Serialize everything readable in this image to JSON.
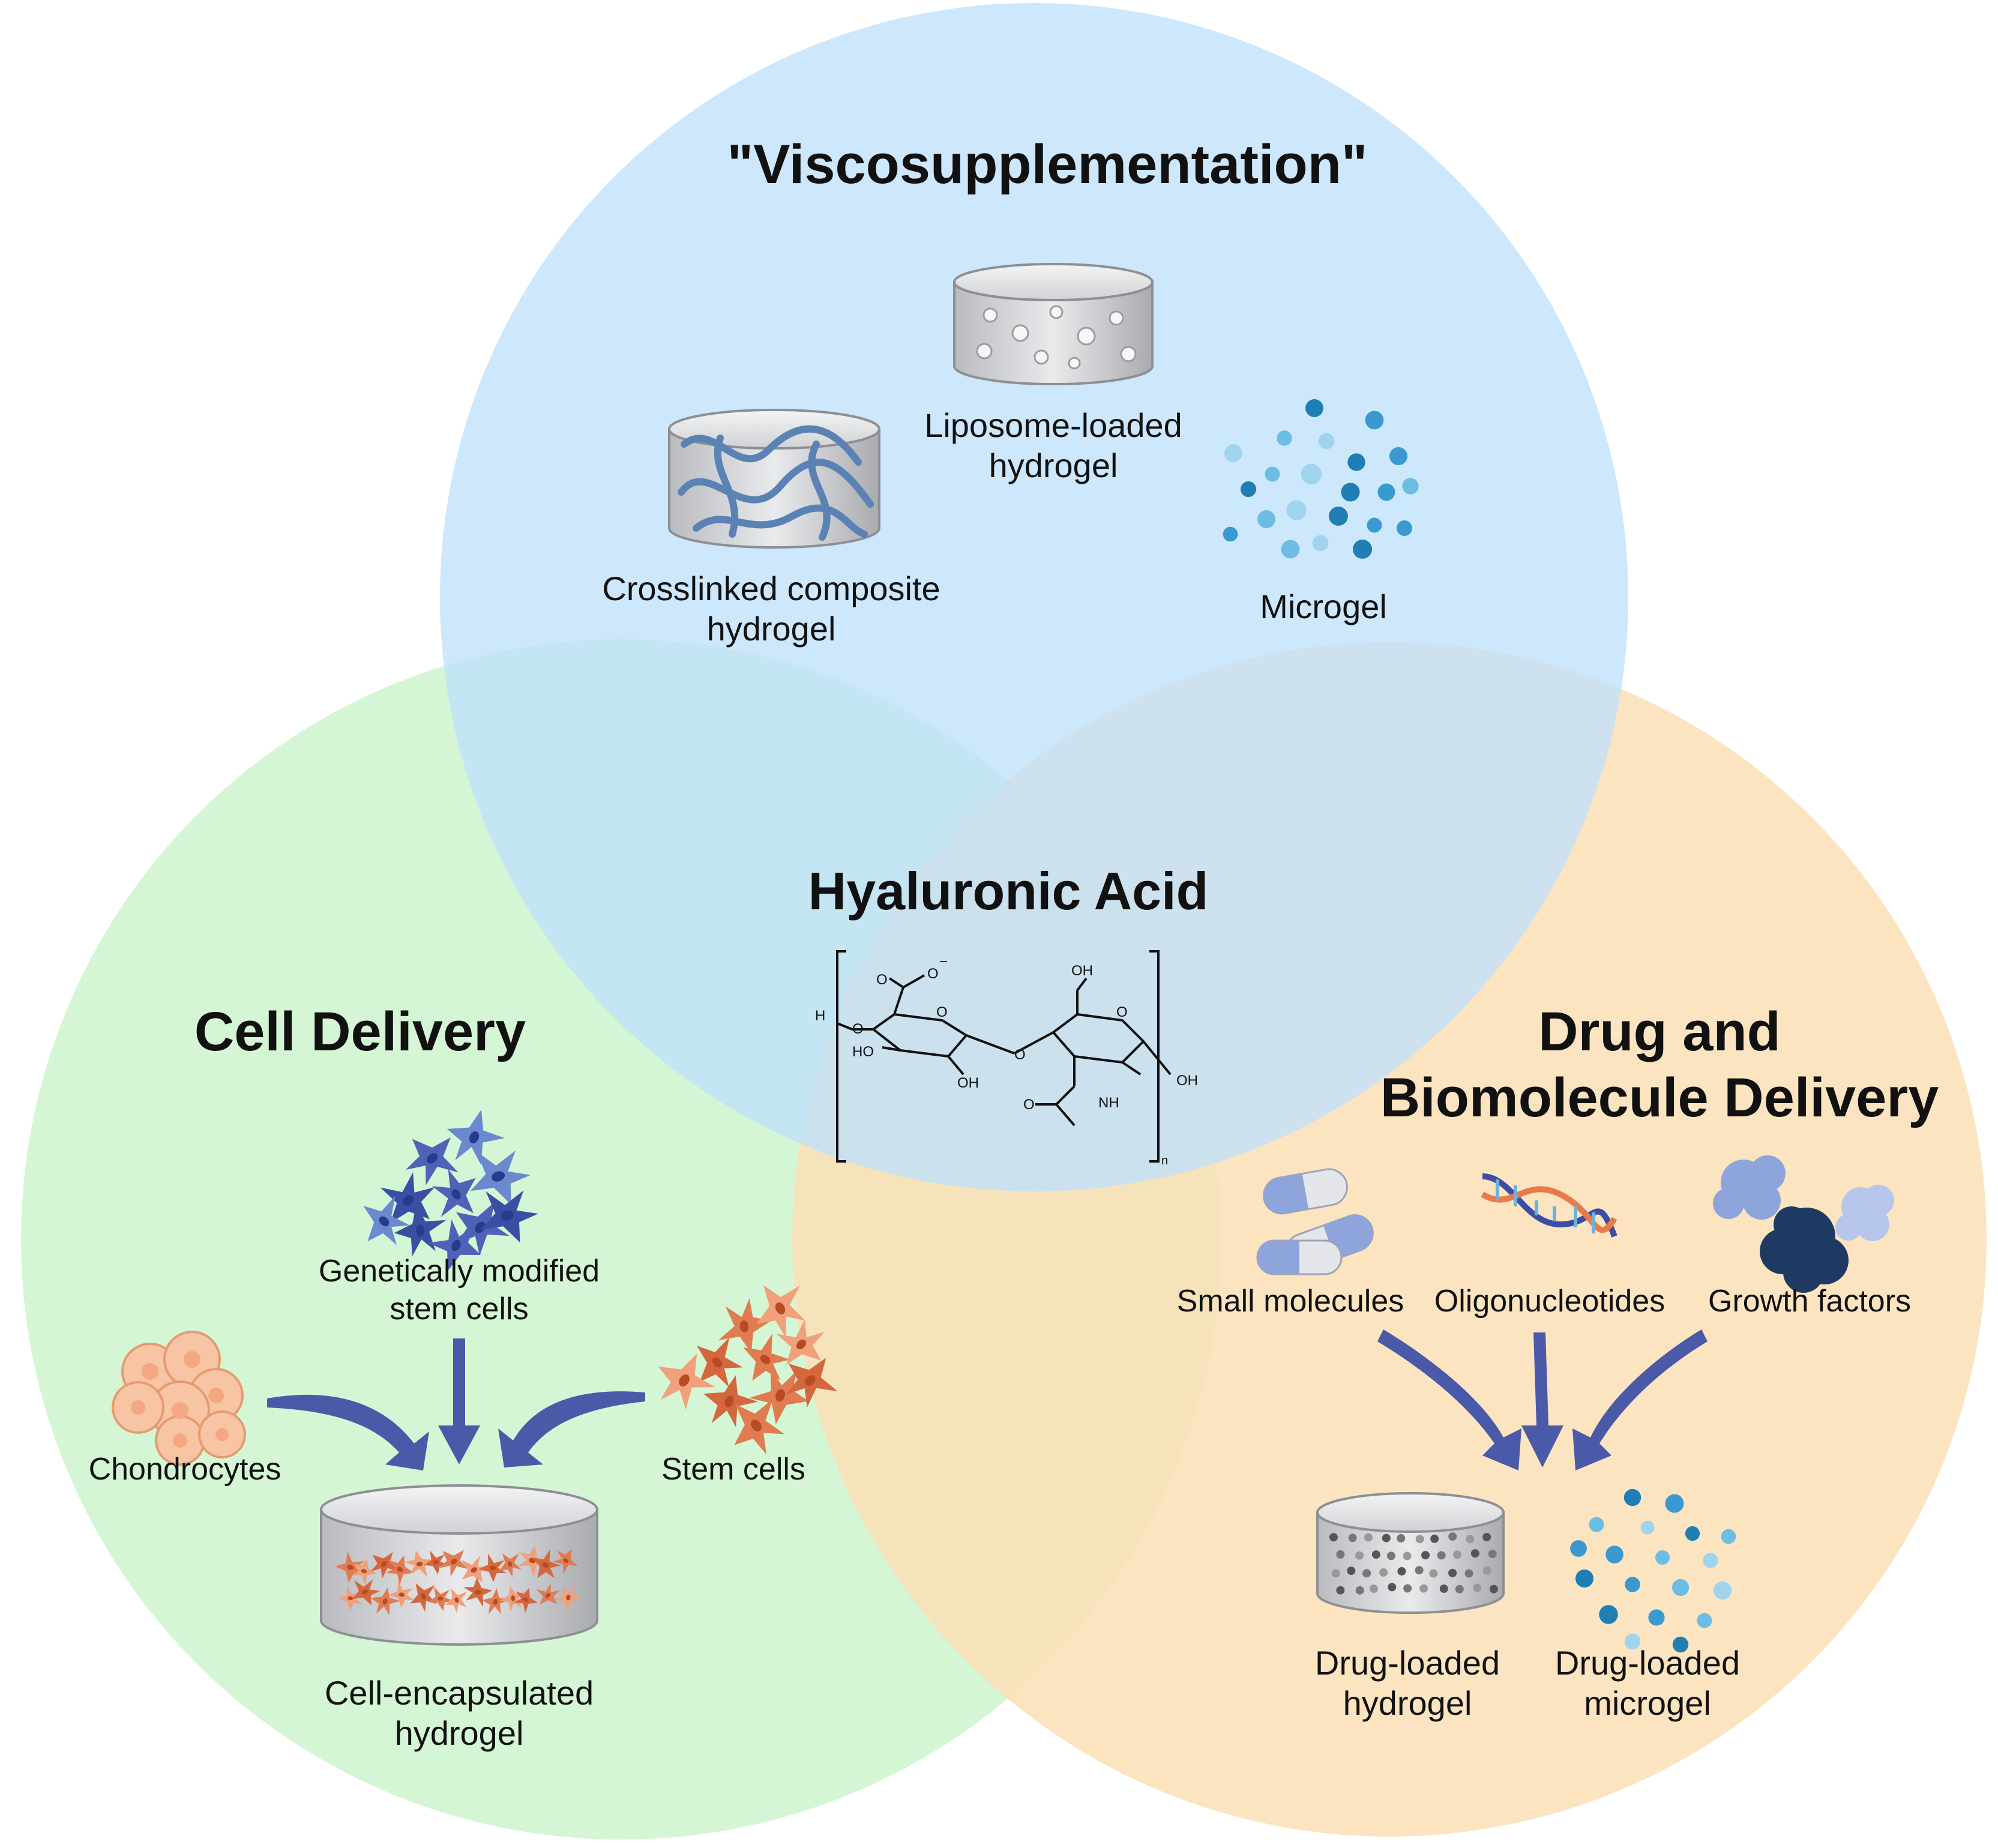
{
  "regions": {
    "top": {
      "title": "\"Viscosupplementation\"",
      "color": "#bfe0fb"
    },
    "left": {
      "title": "Cell Delivery",
      "color": "#cdf4cc"
    },
    "right": {
      "title_line1": "Drug and",
      "title_line2": "Biomolecule Delivery",
      "color": "#fbdfb6"
    }
  },
  "center": {
    "title": "Hyaluronic Acid",
    "chem_labels": {
      "h": "H",
      "o": "O",
      "ho": "HO",
      "oh": "OH",
      "nh": "NH",
      "n": "n",
      "minus": "−"
    }
  },
  "viscosupplementation": {
    "liposome": {
      "line1": "Liposome-loaded",
      "line2": "hydrogel",
      "icon": "liposome-hydrogel-icon"
    },
    "crosslinked": {
      "line1": "Crosslinked composite",
      "line2": "hydrogel",
      "icon": "crosslinked-hydrogel-icon"
    },
    "microgel": {
      "label": "Microgel",
      "icon": "microgel-icon"
    }
  },
  "cell_delivery": {
    "genetic": {
      "line1": "Genetically modified",
      "line2": "stem cells",
      "icon": "modified-stem-cells-icon"
    },
    "chondrocytes": {
      "label": "Chondrocytes",
      "icon": "chondrocytes-icon"
    },
    "stem": {
      "label": "Stem cells",
      "icon": "stem-cells-icon"
    },
    "encapsulated": {
      "line1": "Cell-encapsulated",
      "line2": "hydrogel",
      "icon": "cell-hydrogel-icon"
    }
  },
  "drug_delivery": {
    "small": {
      "label": "Small molecules",
      "icon": "capsule-icon"
    },
    "oligo": {
      "label": "Oligonucleotides",
      "icon": "dna-icon"
    },
    "growth": {
      "label": "Growth factors",
      "icon": "protein-icon"
    },
    "drug_hydrogel": {
      "line1": "Drug-loaded",
      "line2": "hydrogel",
      "icon": "drug-hydrogel-icon"
    },
    "drug_microgel": {
      "line1": "Drug-loaded",
      "line2": "microgel",
      "icon": "drug-microgel-icon"
    }
  },
  "arrow_color": "#4a5aa8"
}
